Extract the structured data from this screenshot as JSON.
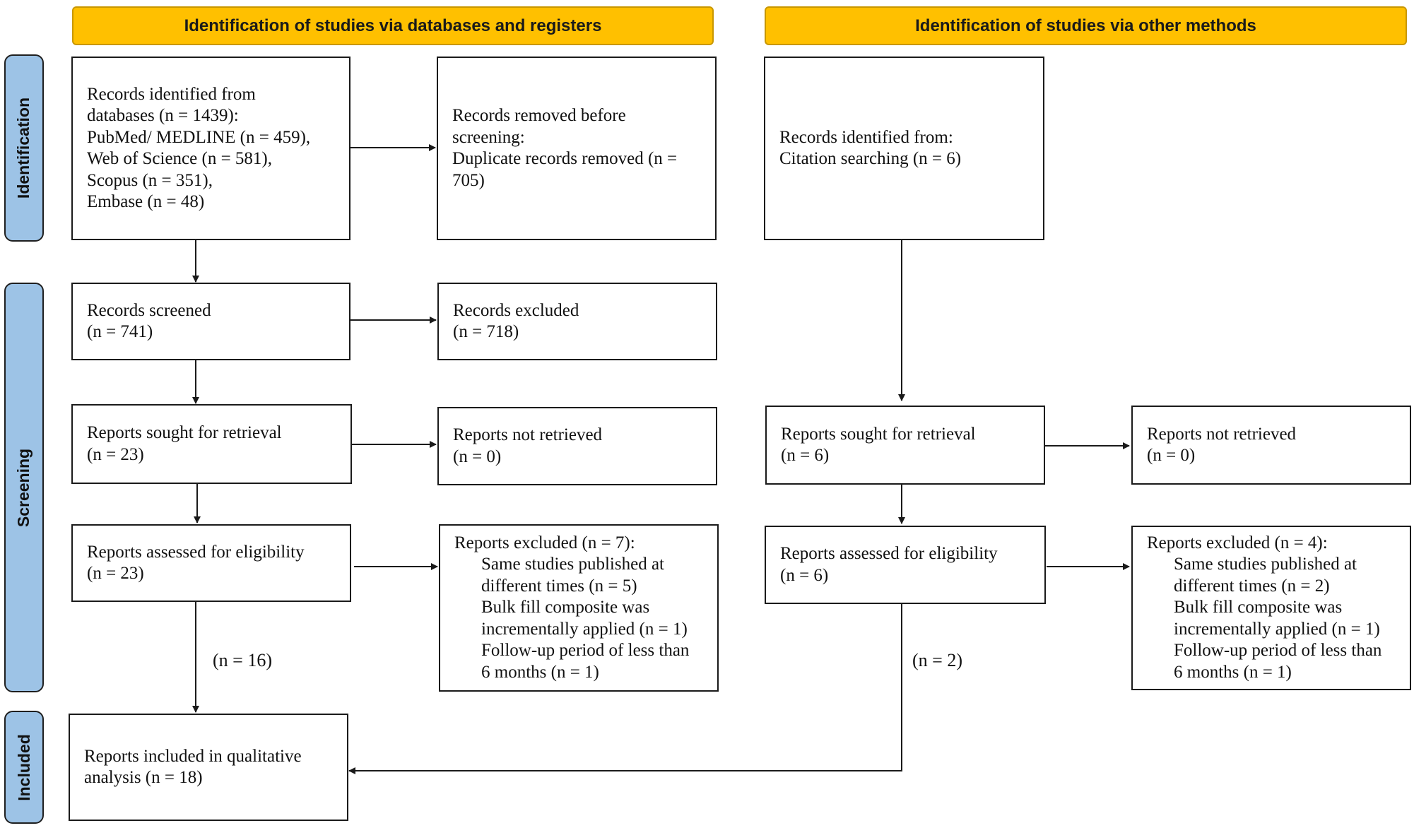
{
  "headers": {
    "databases": "Identification of studies via databases and registers",
    "other": "Identification of studies via other methods"
  },
  "stages": {
    "identification": "Identification",
    "screening": "Screening",
    "included": "Included"
  },
  "left": {
    "records_identified": [
      "Records identified from",
      "databases (n = 1439):",
      "PubMed/ MEDLINE (n = 459),",
      "Web of Science (n = 581),",
      "Scopus (n = 351),",
      "Embase (n = 48)"
    ],
    "records_removed": [
      "Records removed before",
      "screening:",
      "Duplicate records removed (n =",
      "705)"
    ],
    "records_screened": [
      "Records screened",
      "(n = 741)"
    ],
    "records_excluded": [
      "Records excluded",
      "(n = 718)"
    ],
    "reports_sought": [
      "Reports sought for retrieval",
      "(n = 23)"
    ],
    "reports_not_retrieved": [
      "Reports not retrieved",
      "(n = 0)"
    ],
    "reports_assessed": [
      "Reports assessed for eligibility",
      "(n = 23)"
    ],
    "reports_excluded": {
      "title": "Reports excluded (n = 7):",
      "reasons": [
        "Same studies published at",
        "different times (n = 5)",
        "Bulk fill composite was",
        "incrementally applied (n = 1)",
        "Follow-up period of less than",
        "6 months (n = 1)"
      ]
    },
    "count_label": "(n = 16)"
  },
  "right": {
    "records_identified": [
      "Records identified from:",
      "Citation searching (n = 6)"
    ],
    "reports_sought": [
      "Reports sought for retrieval",
      "(n = 6)"
    ],
    "reports_not_retrieved": [
      "Reports not retrieved",
      "(n = 0)"
    ],
    "reports_assessed": [
      "Reports assessed for eligibility",
      "(n = 6)"
    ],
    "reports_excluded": {
      "title": "Reports excluded (n = 4):",
      "reasons": [
        "Same studies published at",
        "different times (n = 2)",
        "Bulk fill composite was",
        "incrementally applied (n = 1)",
        "Follow-up period of less than",
        "6 months (n = 1)"
      ]
    },
    "count_label": "(n = 2)"
  },
  "included": [
    "Reports included in qualitative",
    "analysis (n = 18)"
  ],
  "colors": {
    "header_fill": "#ffc000",
    "stage_fill": "#9dc3e6",
    "line": "#1a1a1a"
  }
}
